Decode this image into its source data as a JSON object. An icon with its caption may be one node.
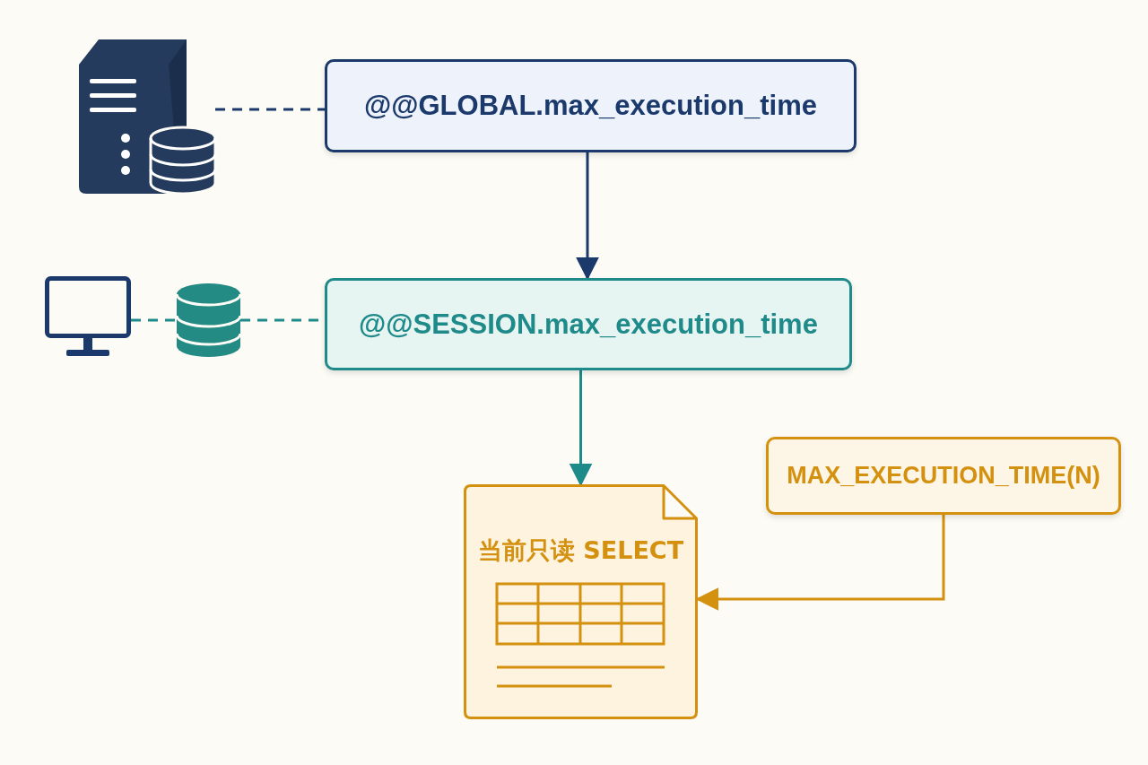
{
  "diagram": {
    "nodes": [
      {
        "text": [],
        "shape": "server"
      },
      {
        "text": [
          "@@GLOBAL.max_execution_time"
        ]
      },
      {
        "text": [],
        "shape": "monitor"
      },
      {
        "text": [],
        "shape": "cylinder"
      },
      {
        "text": [
          "@@SESSION.max_execution_time"
        ]
      },
      {
        "text": [
          "当前只读 SELECT"
        ]
      },
      {
        "text": [
          "MAX_EXECUTION_TIME(N)"
        ]
      }
    ],
    "edges": [
      {
        "from": 0,
        "to": 1,
        "arrow": "none",
        "style": "dashed",
        "color": "#1b3a6b"
      },
      {
        "from": 1,
        "to": 4,
        "arrow": "to",
        "color": "#1b3a6b"
      },
      {
        "from": 2,
        "to": 3,
        "arrow": "none",
        "style": "dashed"
      },
      {
        "from": 3,
        "to": 4,
        "arrow": "none",
        "style": "dashed"
      },
      {
        "from": 4,
        "to": 5,
        "arrow": "to"
      },
      {
        "from": 6,
        "to": 5,
        "arrow": "to",
        "color": "#d4900f"
      }
    ]
  }
}
